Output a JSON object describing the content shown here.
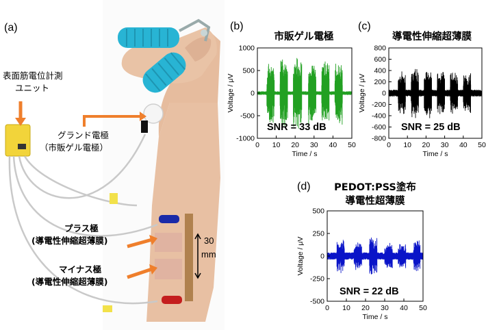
{
  "figure": {
    "panel_a": {
      "letter": "(a)",
      "unit_label_line1": "表面筋電位計測",
      "unit_label_line2": "ユニット",
      "ground_label_line1": "グランド電極",
      "ground_label_line2": "（市販ゲル電極）",
      "plus_label_line1": "プラス極",
      "plus_label_line2": "(導電性伸縮超薄膜)",
      "minus_label_line1": "マイナス極",
      "minus_label_line2": "(導電性伸縮超薄膜)",
      "scale_value": "30",
      "scale_unit": "mm"
    },
    "panel_b": {
      "letter": "(b)",
      "title": "市販ゲル電極",
      "snr": "SNR = 33 dB"
    },
    "panel_c": {
      "letter": "(c)",
      "title": "導電性伸縮超薄膜",
      "snr": "SNR = 25 dB"
    },
    "panel_d": {
      "letter": "(d)",
      "title_line1": "PEDOT:PSS塗布",
      "title_line2": "導電性超薄膜",
      "snr": "SNR = 22 dB"
    }
  },
  "chart_data": [
    {
      "type": "line",
      "panel": "b",
      "title": "市販ゲル電極",
      "xlabel": "Time / s",
      "ylabel": "Voltage / μV",
      "xlim": [
        0,
        50
      ],
      "ylim": [
        -1000,
        1000
      ],
      "xticks": [
        0,
        10,
        20,
        30,
        40,
        50
      ],
      "yticks": [
        -1000,
        -500,
        0,
        500,
        1000
      ],
      "color": "#22a022",
      "baseline_noise_uV": 40,
      "bursts": [
        {
          "start": 5,
          "end": 9,
          "amplitude_uV": 700
        },
        {
          "start": 12,
          "end": 16,
          "amplitude_uV": 800
        },
        {
          "start": 19,
          "end": 23.5,
          "amplitude_uV": 820
        },
        {
          "start": 27,
          "end": 31,
          "amplitude_uV": 760
        },
        {
          "start": 34,
          "end": 38,
          "amplitude_uV": 750
        },
        {
          "start": 41,
          "end": 45,
          "amplitude_uV": 720
        }
      ]
    },
    {
      "type": "line",
      "panel": "c",
      "title": "導電性伸縮超薄膜",
      "xlabel": "Time / s",
      "ylabel": "Voltage / μV",
      "xlim": [
        0,
        50
      ],
      "ylim": [
        -800,
        800
      ],
      "xticks": [
        0,
        10,
        20,
        30,
        40,
        50
      ],
      "yticks": [
        -800,
        -600,
        -400,
        -200,
        0,
        200,
        400,
        600,
        800
      ],
      "color": "#000000",
      "baseline_noise_uV": 60,
      "bursts": [
        {
          "start": 5,
          "end": 9,
          "amplitude_uV": 430
        },
        {
          "start": 12,
          "end": 16,
          "amplitude_uV": 450
        },
        {
          "start": 19,
          "end": 23,
          "amplitude_uV": 470
        },
        {
          "start": 26,
          "end": 30,
          "amplitude_uV": 420
        },
        {
          "start": 33,
          "end": 37,
          "amplitude_uV": 400
        },
        {
          "start": 40,
          "end": 44,
          "amplitude_uV": 380
        }
      ]
    },
    {
      "type": "line",
      "panel": "d",
      "title": "PEDOT:PSS塗布 導電性超薄膜",
      "xlabel": "Time / s",
      "ylabel": "Voltage / μV",
      "xlim": [
        0,
        50
      ],
      "ylim": [
        -500,
        500
      ],
      "xticks": [
        0,
        10,
        20,
        30,
        40,
        50
      ],
      "yticks": [
        -500,
        -250,
        0,
        250,
        500
      ],
      "color": "#0a14c8",
      "baseline_noise_uV": 40,
      "bursts": [
        {
          "start": 5,
          "end": 9,
          "amplitude_uV": 190
        },
        {
          "start": 14,
          "end": 18,
          "amplitude_uV": 170
        },
        {
          "start": 22,
          "end": 26,
          "amplitude_uV": 240
        },
        {
          "start": 30,
          "end": 34,
          "amplitude_uV": 150
        },
        {
          "start": 37,
          "end": 41,
          "amplitude_uV": 150
        },
        {
          "start": 45,
          "end": 48.5,
          "amplitude_uV": 180
        }
      ]
    }
  ]
}
